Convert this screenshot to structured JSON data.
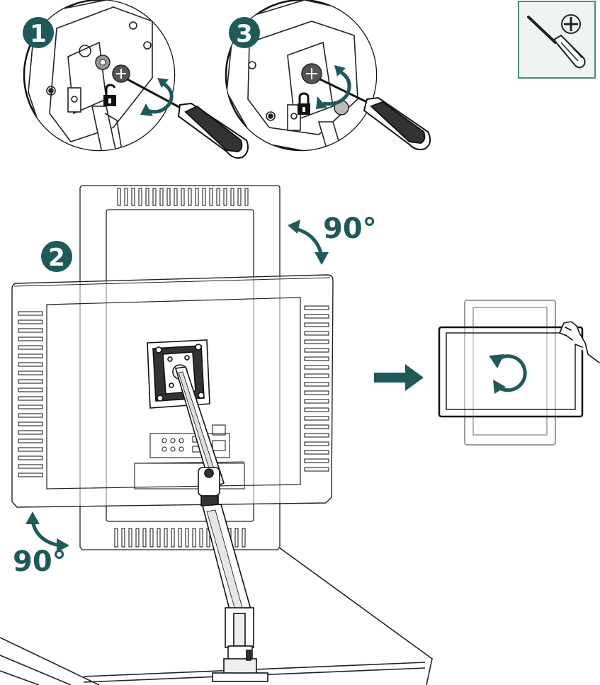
{
  "steps": {
    "step1": "1",
    "step2": "2",
    "step3": "3"
  },
  "labels": {
    "angle_top": "90°",
    "angle_bottom": "90°"
  },
  "tool": {
    "icon": "phillips-screwdriver-icon"
  },
  "lock_icons": [
    "lock-open-icon",
    "lock-closed-icon"
  ],
  "colors": {
    "accent": "#1e5a5a",
    "line": "#222222",
    "ghost": "#9a9a9a",
    "tool_border": "#4a8a80",
    "tool_bg": "#eef5f2"
  }
}
